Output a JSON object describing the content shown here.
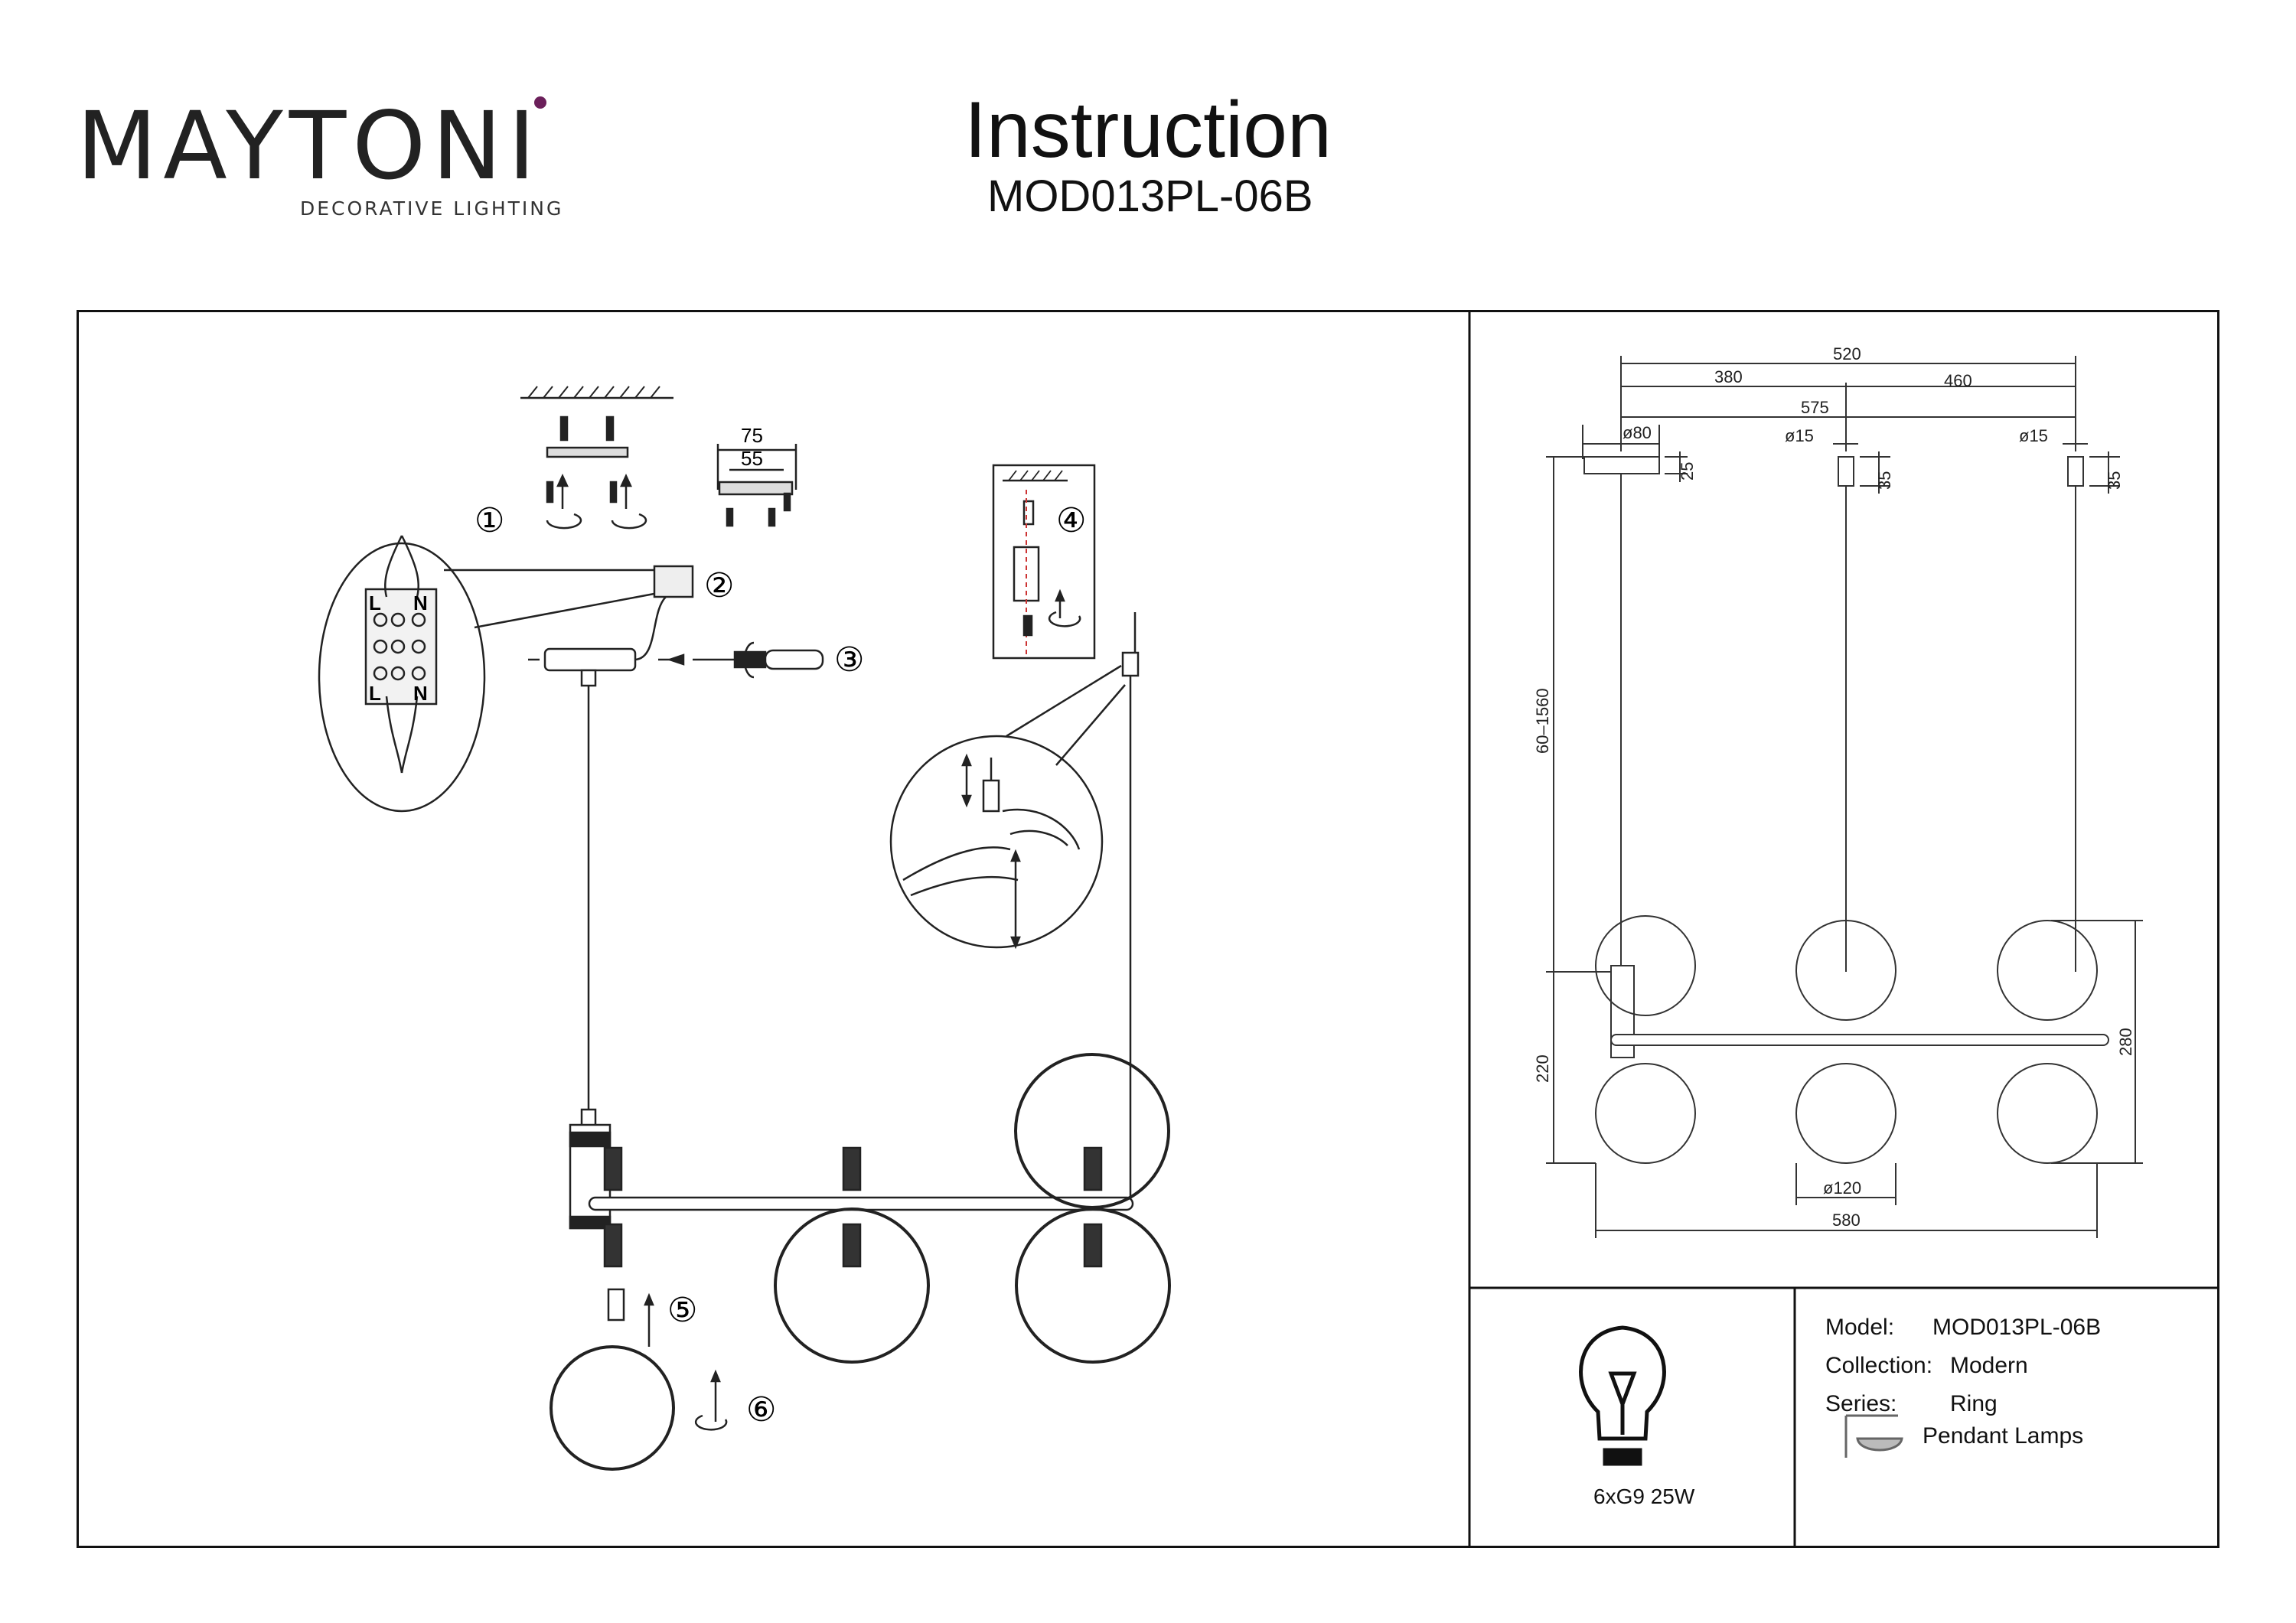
{
  "brand": {
    "name": "MAYTONI",
    "tagline": "DECORATIVE LIGHTING",
    "accent_color": "#6b1f5a"
  },
  "header": {
    "title": "Instruction",
    "model_code": "MOD013PL-06B"
  },
  "steps": [
    "①",
    "②",
    "③",
    "④",
    "⑤",
    "⑥"
  ],
  "terminal_labels": {
    "live": "L",
    "neutral": "N"
  },
  "bracket_dims": {
    "outer": "75",
    "inner": "55"
  },
  "dimensions": {
    "top_span": "520",
    "left_span": "380",
    "right_span": "460",
    "middle_span": "575",
    "canopy_diameter": "ø80",
    "canopy_height": "25",
    "cap_diameter_1": "ø15",
    "cap_height_1": "35",
    "cap_diameter_2": "ø15",
    "cap_height_2": "35",
    "suspension_range": "60–1560",
    "lower_height": "220",
    "globe_block_height": "280",
    "globe_diameter": "ø120",
    "total_width": "580"
  },
  "bulb_spec": "6xG9 25W",
  "info": {
    "model_label": "Model:",
    "model_value": "MOD013PL-06B",
    "collection_label": "Collection:",
    "collection_value": "Modern",
    "series_label": "Series:",
    "series_value": "Ring",
    "type_value": "Pendant Lamps"
  }
}
